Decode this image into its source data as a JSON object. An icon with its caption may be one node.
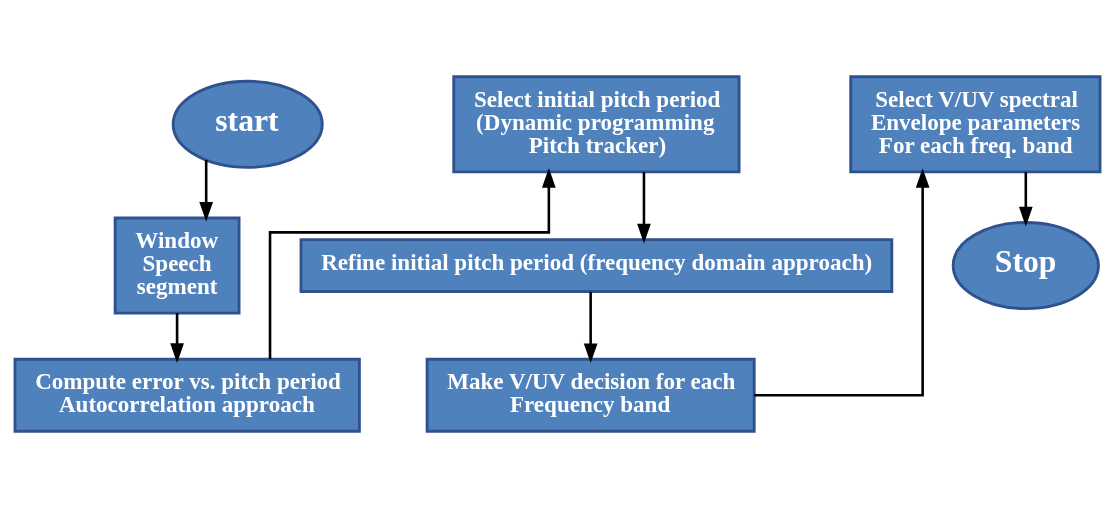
{
  "diagram": {
    "nodes": [
      {
        "text": [
          "start"
        ]
      },
      {
        "text": [
          "Window Speech segment"
        ]
      },
      {
        "text": [
          "Compute error vs. pitch period Autocorrelation approach"
        ]
      },
      {
        "text": [
          "Select initial pitch period (Dynamic programming Pitch tracker)"
        ]
      },
      {
        "text": [
          "Refine initial pitch period (frequency domain approach)"
        ]
      },
      {
        "text": [
          "Make V/UV decision for each Frequency band"
        ]
      },
      {
        "text": [
          "Select V/UV spectral Envelope parameters For each freq. band"
        ]
      },
      {
        "text": [
          "Stop"
        ]
      }
    ],
    "edges": [
      {
        "from": 0,
        "to": 1,
        "arrow": "to"
      },
      {
        "from": 1,
        "to": 2,
        "arrow": "to"
      },
      {
        "from": 2,
        "to": 3,
        "arrow": "to"
      },
      {
        "from": 3,
        "to": 4,
        "arrow": "to"
      },
      {
        "from": 4,
        "to": 5,
        "arrow": "to"
      },
      {
        "from": 5,
        "to": 6,
        "arrow": "to"
      },
      {
        "from": 6,
        "to": 7,
        "arrow": "to"
      }
    ]
  }
}
